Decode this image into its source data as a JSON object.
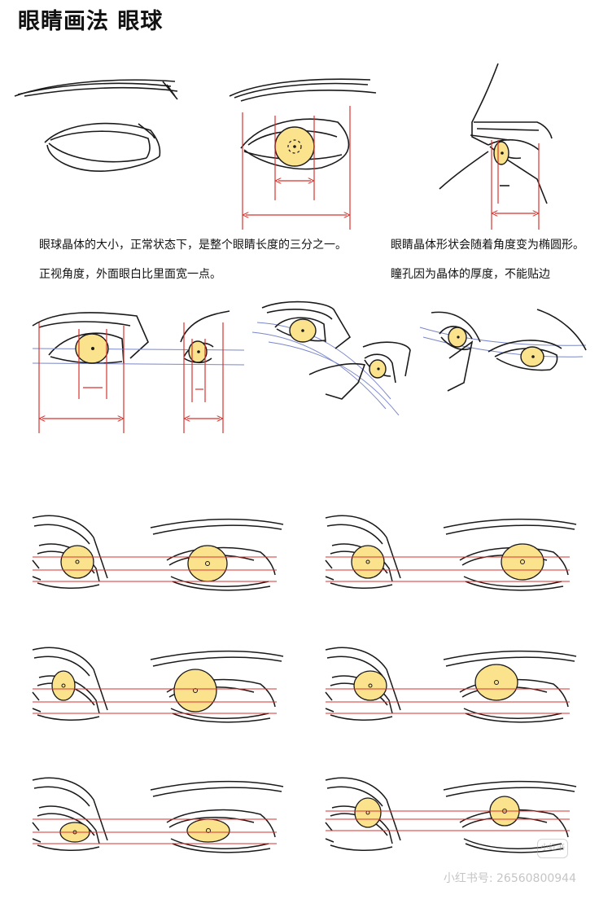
{
  "title": "眼睛画法 眼球",
  "captions": {
    "size_note": "眼球晶体的大小，正常状态下，是整个眼睛长度的三分之一。",
    "front_note": "正视角度，外面眼白比里面宽一点。",
    "shape_note": "眼睛晶体形状会随着角度变为椭圆形。",
    "pupil_note": "瞳孔因为晶体的厚度，不能贴边"
  },
  "watermark": {
    "logo_text": "小红书",
    "text": "小红书号: 26560800944"
  },
  "colors": {
    "iris_fill": "#fbe28d",
    "guide_red": "#d8322d",
    "guide_blue": "#7a86c8",
    "line": "#1a1a1a"
  }
}
